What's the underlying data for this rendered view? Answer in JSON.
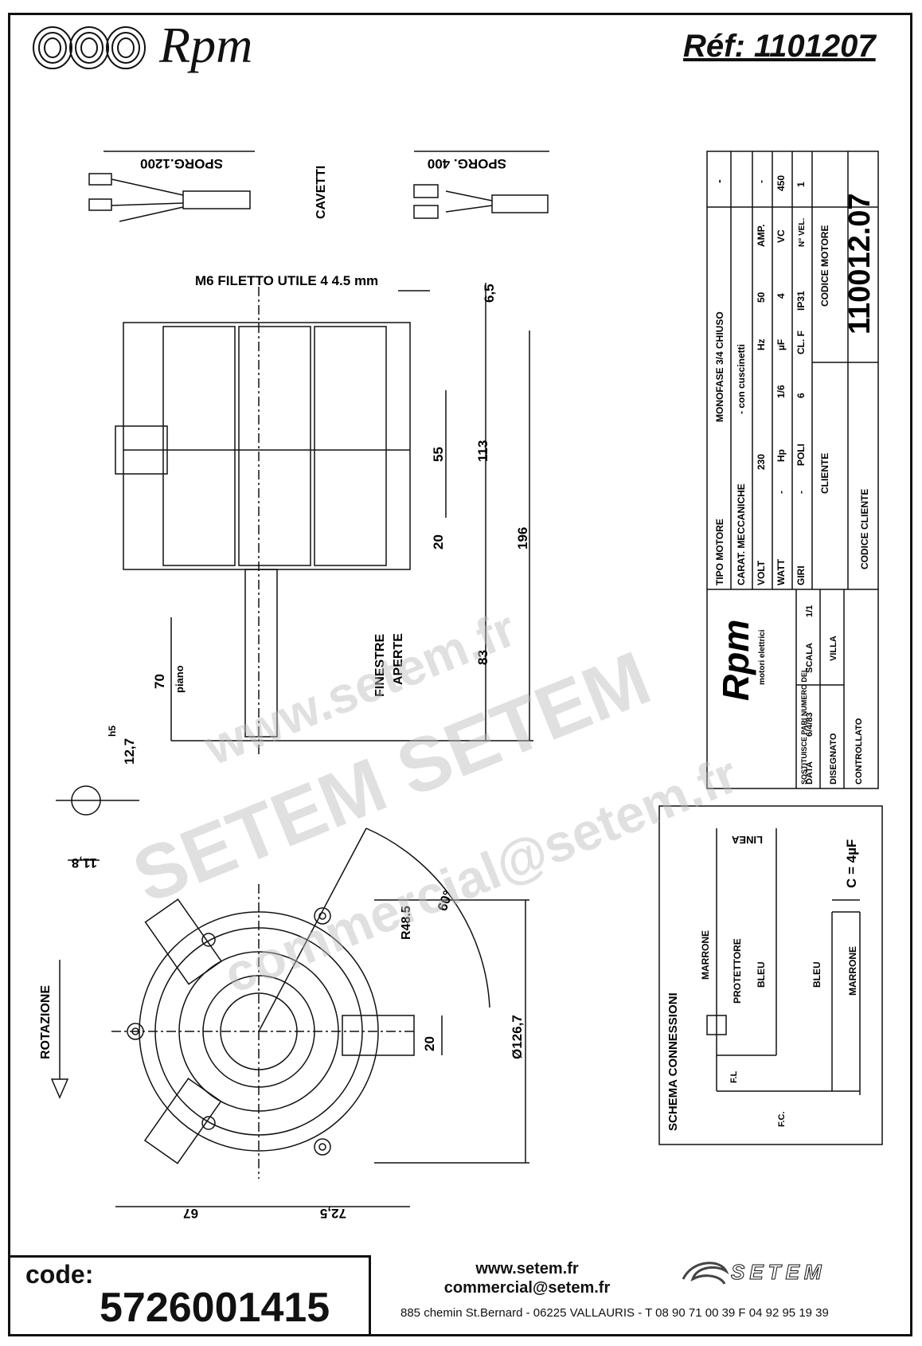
{
  "header": {
    "brand": "Rpm",
    "reference": "Réf: 1101207"
  },
  "drawing": {
    "cables_label": "CAVETTI",
    "sporg_1200": "SPORG.1200",
    "sporg_400": "SPORG. 400",
    "thread_note": "M6 FILETTO UTILE 4   4.5 mm",
    "dim_6_5": "6,5",
    "dim_55": "55",
    "dim_113": "113",
    "dim_196": "196",
    "dim_20a": "20",
    "dim_83": "83",
    "dim_70": "70",
    "piano": "piano",
    "windows": [
      "FINESTRE",
      "APERTE"
    ],
    "h5": "h5",
    "dim_12_7": "12,7",
    "dim_11_8": "11,8",
    "rotation": "ROTAZIONE",
    "r48": "R48.5",
    "angle": "60°",
    "dim_20b": "20",
    "diameter": "Ø126,7",
    "dim_67": "67",
    "dim_72_5": "72,5"
  },
  "title_block": {
    "tipo_motore": "TIPO MOTORE",
    "tipo_value": "MONOFASE 3/4 CHIUSO",
    "dash": "-",
    "carat": "CARAT. MECCANICHE",
    "carat_value": "-   con cuscinetti",
    "row_labels": [
      "VOLT",
      "230",
      "Hz",
      "50",
      "AMP.",
      "-"
    ],
    "row2": [
      "WATT",
      "-",
      "Hp",
      "1/6",
      "µF",
      "4",
      "VC",
      "450"
    ],
    "row3": [
      "GIRI",
      "-",
      "POLI",
      "6",
      "CL. F",
      "IP31",
      "N° VEL.",
      "1"
    ],
    "cliente": "CLIENTE",
    "codice_motore": "CODICE MOTORE",
    "codice_motore_value": "110012.07",
    "codice_cliente": "CODICE CLIENTE",
    "rpm_small": "Rpm",
    "motori": "motori elettrici",
    "sostituisce": "SOSTITUISCE PARI NUMERO DEL",
    "scala": "SCALA",
    "scala_value": "1/1",
    "data": "DATA",
    "data_value": "6/4/83",
    "disegnato": "DISEGNATO",
    "disegnato_value": "VILLA",
    "controllato": "CONTROLLATO"
  },
  "schema": {
    "title": "SCHEMA CONNESSIONI",
    "linea": "LINEA",
    "capacitor": "C = 4µF",
    "marrone1": "MARRONE",
    "protettore": "PROTETTORE",
    "bleu1": "BLEU",
    "bleu2": "BLEU",
    "marrone2": "MARRONE",
    "fl": "F.L",
    "fc": "F.C."
  },
  "watermark": {
    "line1": "www.setem.fr",
    "line2": "SETEM  SETEM",
    "line3": "commercial@setem.fr"
  },
  "footer": {
    "code_label": "code:",
    "code_value": "5726001415",
    "website": "www.setem.fr",
    "email": "commercial@setem.fr",
    "address": "885 chemin St.Bernard  -  06225 VALLAURIS  -  T 08 90 71 00 39   F 04 92 95 19 39",
    "setem_logo": "SETEM"
  }
}
